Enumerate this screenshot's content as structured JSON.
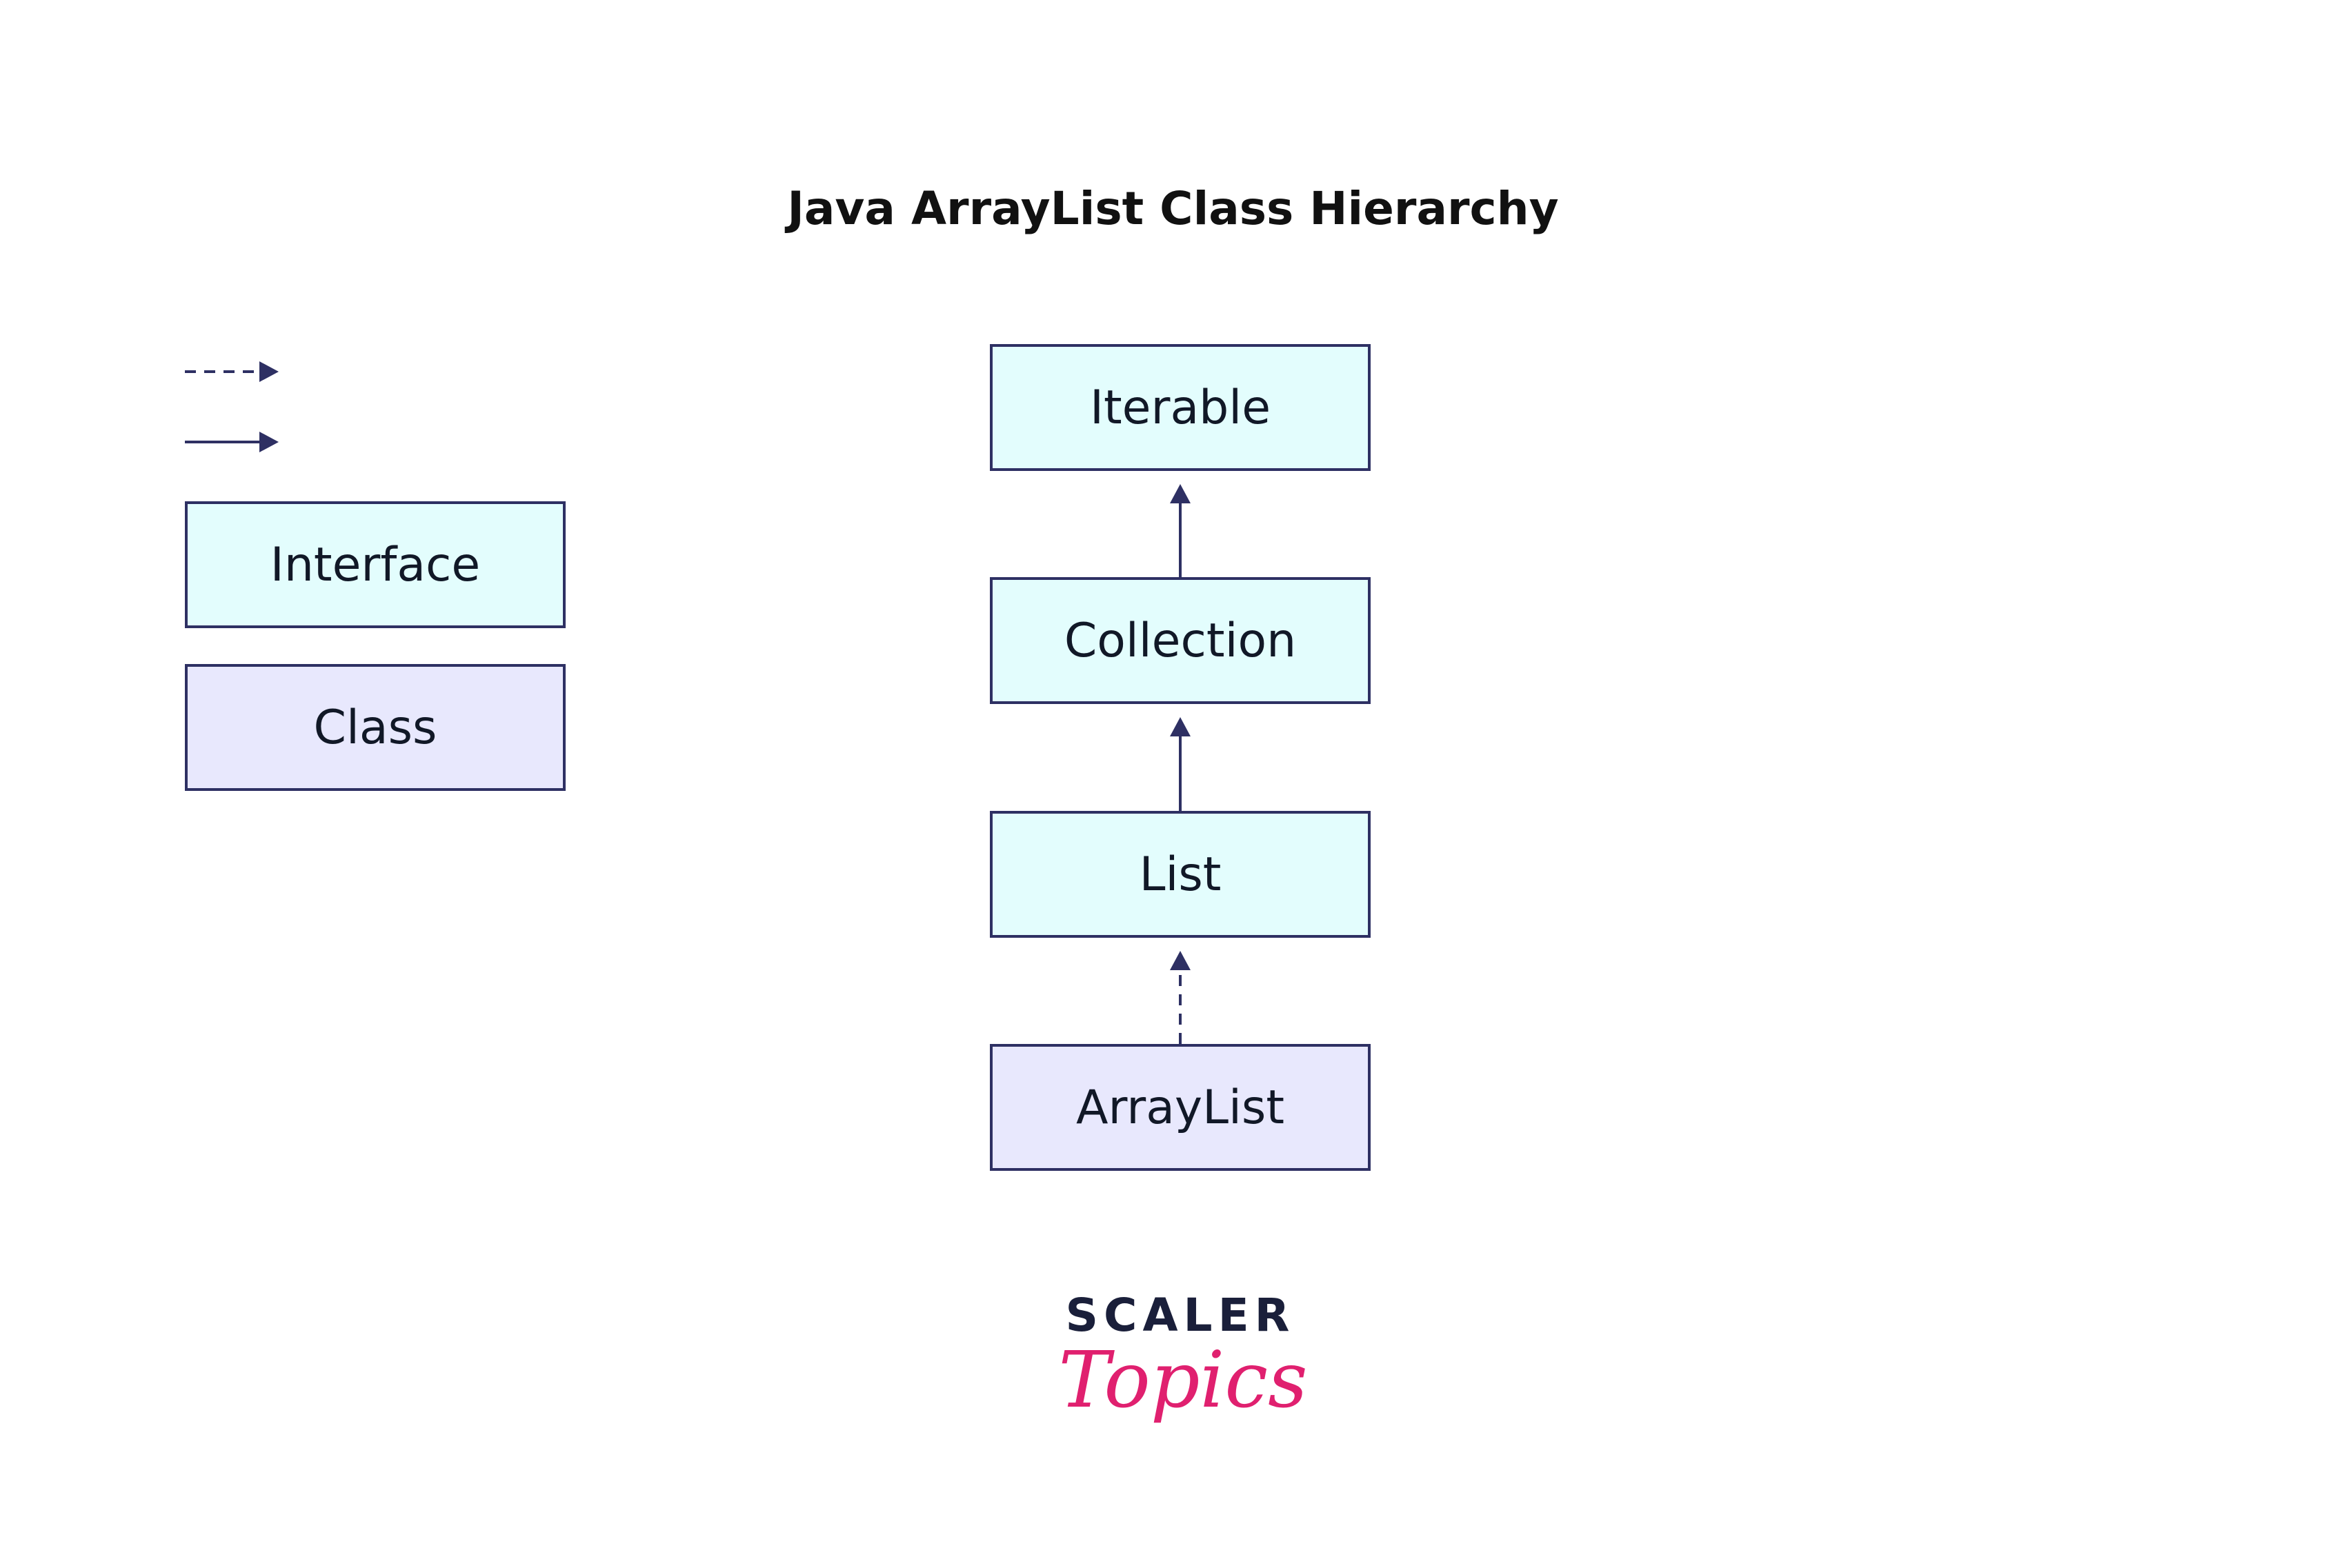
{
  "title": "Java ArrayList Class Hierarchy",
  "legend": {
    "interface_label": "Interface",
    "class_label": "Class"
  },
  "nodes": {
    "iterable": "Iterable",
    "collection": "Collection",
    "list": "List",
    "arraylist": "ArrayList"
  },
  "edges": [
    {
      "from": "Collection",
      "to": "Iterable",
      "style": "solid"
    },
    {
      "from": "List",
      "to": "Collection",
      "style": "solid"
    },
    {
      "from": "ArrayList",
      "to": "List",
      "style": "dashed"
    }
  ],
  "colors": {
    "interface_fill": "#e3fdfd",
    "class_fill": "#e8e8fd",
    "stroke": "#2e3063",
    "logo_dark": "#1a1f3a",
    "logo_accent": "#e0206f"
  },
  "logo": {
    "line1": "SCALER",
    "line2": "Topics"
  }
}
